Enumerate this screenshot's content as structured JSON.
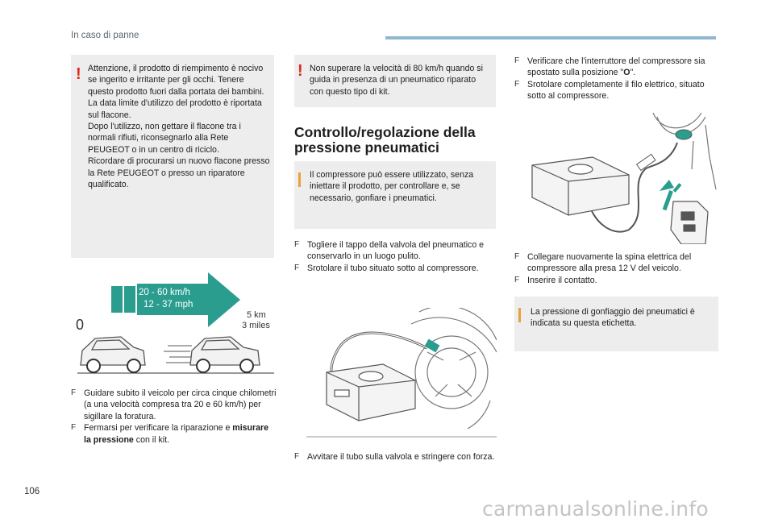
{
  "header": {
    "title": "In caso di panne"
  },
  "page_number": "106",
  "watermark": "carmanualsonline.info",
  "left_column": {
    "warning_text": "Attenzione, il prodotto di riempimento è nocivo se ingerito e irritante per gli occhi. Tenere questo prodotto fuori dalla portata dei bambini.\nLa data limite d'utilizzo del prodotto è riportata sul flacone.\nDopo l'utilizzo, non gettare il flacone tra i normali rifiuti, riconsegnarlo alla Rete PEUGEOT o in un centro di riciclo.\nRicordare di procurarsi un nuovo flacone presso la Rete PEUGEOT o presso un riparatore qualificato.",
    "speed_kmh": "20 - 60 km/h",
    "speed_mph": "12 - 37 mph",
    "start_label": "0",
    "distance_km": "5 km",
    "distance_miles": "3 miles",
    "step1": "Guidare subito il veicolo per circa cinque chilometri (a una velocità compresa tra 20 e 60 km/h) per sigillare la foratura.",
    "step2_pre": "Fermarsi per verificare la riparazione e ",
    "step2_bold": "misurare la pressione",
    "step2_post": " con il kit."
  },
  "middle_column": {
    "warning_text": "Non superare la velocità di 80 km/h quando si guida in presenza di un pneumatico riparato con questo tipo di kit.",
    "section_title_line1": "Controllo/regolazione della",
    "section_title_line2": "pressione pneumatici",
    "info_text": "Il compressore può essere utilizzato, senza iniettare il prodotto, per controllare e, se necessario, gonfiare i pneumatici.",
    "step1": "Togliere il tappo della valvola del pneumatico e conservarlo in un luogo pulito.",
    "step2": "Srotolare il tubo situato sotto al compressore.",
    "step3": "Avvitare il tubo sulla valvola e stringere con forza."
  },
  "right_column": {
    "step1_pre": "Verificare che l'interruttore del compressore sia spostato sulla posizione \"",
    "step1_bold": "O",
    "step1_post": "\".",
    "step2": "Srotolare completamente il filo elettrico, situato sotto al compressore.",
    "step3": "Collegare nuovamente la spina elettrica del compressore alla presa 12 V del veicolo.",
    "step4": "Inserire il contatto.",
    "info_text": "La pressione di gonfiaggio dei pneumatici è indicata su questa etichetta."
  },
  "bullet_glyph": "F",
  "warning_glyph": "!",
  "colors": {
    "accent_blue": "#8fb8d0",
    "teal": "#2a9d8f",
    "warning_red": "#e0271a",
    "info_orange": "#e8a13c",
    "box_gray": "#ededed"
  }
}
